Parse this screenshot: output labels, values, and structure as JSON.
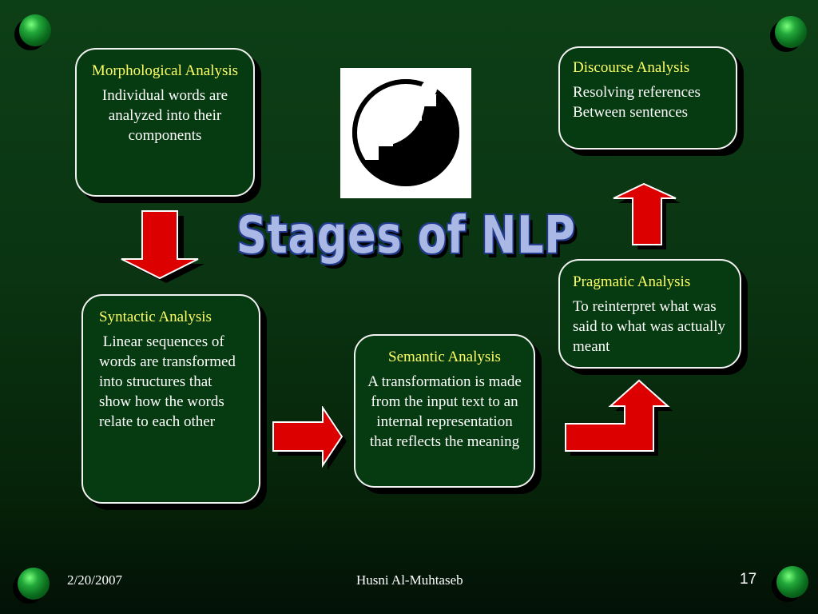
{
  "stages": {
    "morphological": {
      "title": "Morphological Analysis",
      "text": "Individual words are analyzed into their components"
    },
    "syntactic": {
      "title": "Syntactic Analysis",
      "text": " Linear sequences of words are transformed into structures that show how the words relate to each other"
    },
    "semantic": {
      "title": "Semantic Analysis",
      "text": "A transformation is made from the input text to an internal representation that reflects the meaning"
    },
    "pragmatic": {
      "title": "Pragmatic Analysis",
      "text": "To reinterpret what was said to what was actually meant"
    },
    "discourse": {
      "title": "Discourse Analysis",
      "text": "Resolving references Between sentences"
    }
  },
  "title": "Stages of NLP",
  "footer": {
    "date": "2/20/2007",
    "author": "Husni Al-Muhtaseb",
    "page": "17"
  },
  "colors": {
    "box_title": "#ffff66",
    "arrow_fill": "#dd0000",
    "arrow_outline": "#ffffff",
    "title_fill": "#aab8e6",
    "title_outline": "#223a8a"
  }
}
